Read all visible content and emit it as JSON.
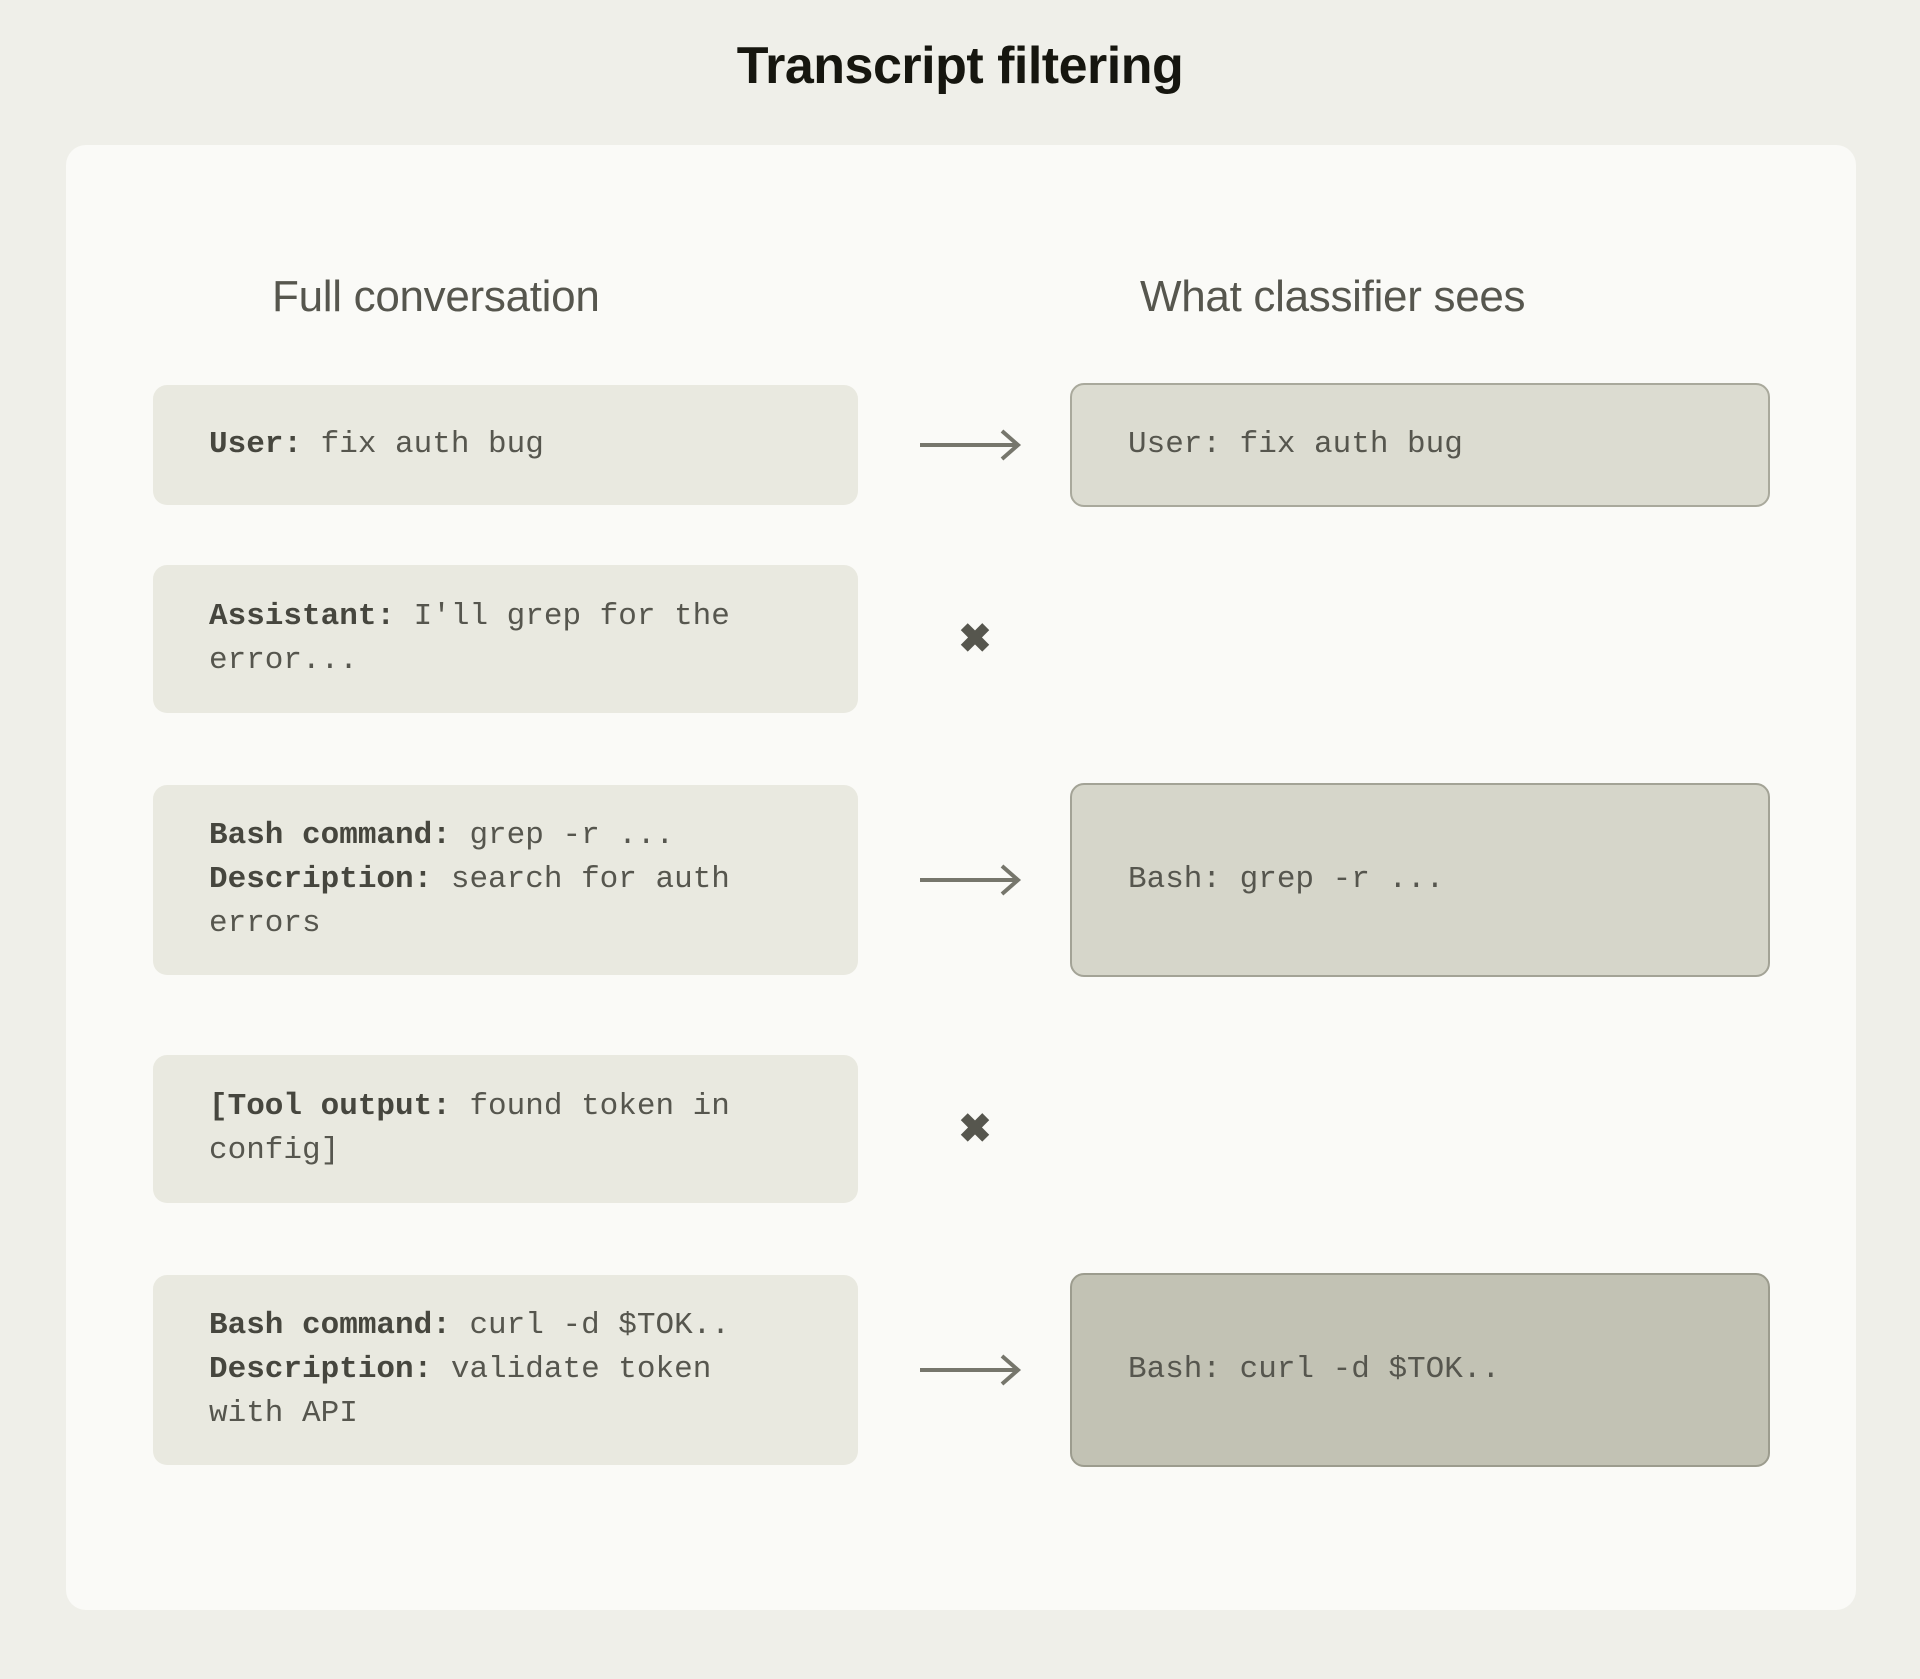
{
  "title": "Transcript filtering",
  "columns": {
    "left_header": "Full conversation",
    "right_header": "What classifier sees"
  },
  "icons": {
    "arrow": "arrow-right-icon",
    "reject": "cross-icon"
  },
  "colors": {
    "page_background": "#EFEFE9",
    "panel_background": "#FAFAF7",
    "message_card": "#E9E9E0",
    "seen_card_light": "#DCDCD1",
    "seen_card_mid": "#D6D6CA",
    "seen_card_dark": "#C2C2B4",
    "text": "#56564E",
    "title_text": "#16160F"
  },
  "rows": [
    {
      "id": "row-1",
      "kept": true,
      "connector": "arrow",
      "message": {
        "label": "User:",
        "body": " fix auth bug"
      },
      "seen": {
        "text": "User: fix auth bug",
        "shade": "shade-1"
      }
    },
    {
      "id": "row-2",
      "kept": false,
      "connector": "reject",
      "message": {
        "label": "Assistant:",
        "body": " I'll grep for the\nerror..."
      },
      "seen": null
    },
    {
      "id": "row-3",
      "kept": true,
      "connector": "arrow",
      "message": {
        "label": "Bash command:",
        "body": " grep -r ...",
        "label2": "Description:",
        "body2": " search for auth\nerrors"
      },
      "seen": {
        "text": "Bash: grep -r ...",
        "shade": "shade-2"
      }
    },
    {
      "id": "row-4",
      "kept": false,
      "connector": "reject",
      "message": {
        "label": "[Tool output:",
        "body": " found token in\nconfig]"
      },
      "seen": null
    },
    {
      "id": "row-5",
      "kept": true,
      "connector": "arrow",
      "message": {
        "label": "Bash command:",
        "body": " curl -d $TOK..",
        "label2": "Description:",
        "body2": " validate token\nwith API"
      },
      "seen": {
        "text": "Bash: curl -d $TOK..",
        "shade": "shade-3"
      }
    }
  ]
}
